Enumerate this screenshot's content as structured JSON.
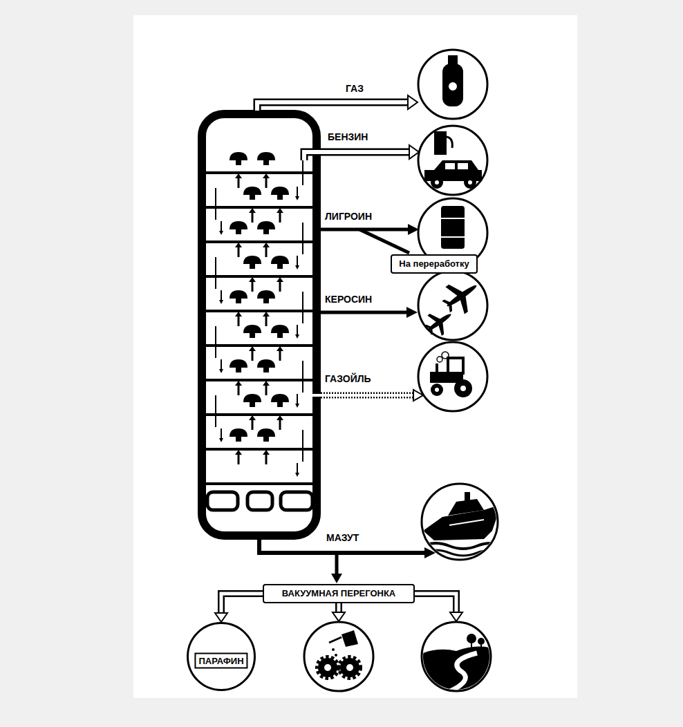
{
  "diagram": {
    "nodes": [
      {
        "text": [
          "На переработку"
        ]
      },
      {
        "text": [
          "ВАКУУМНАЯ ПЕРЕГОНКА"
        ]
      },
      {
        "text": [
          "ПАРАФИН"
        ]
      }
    ],
    "edges": [
      {
        "from": 1,
        "to": 2,
        "arrow": "to"
      }
    ],
    "labels": [
      "ГАЗ",
      "БЕНЗИН",
      "ЛИГРОИН",
      "КЕРОСИН",
      "ГАЗОЙЛЬ",
      "МАЗУТ"
    ]
  }
}
